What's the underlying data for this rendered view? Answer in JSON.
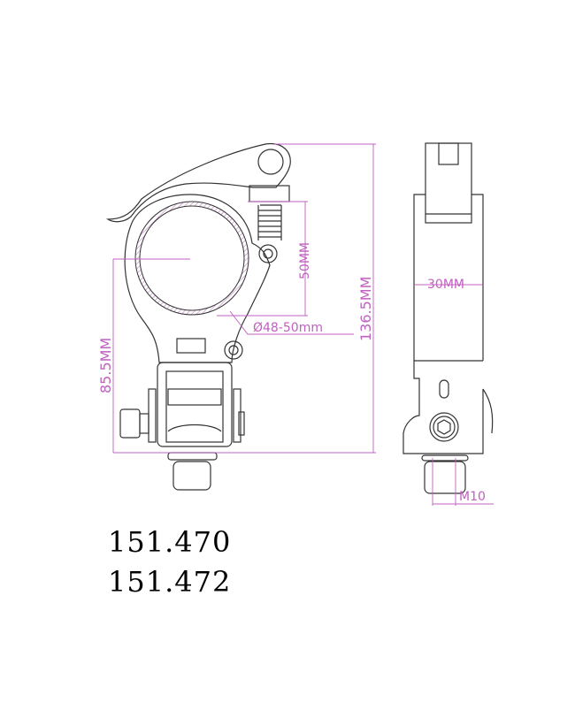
{
  "dimensions": {
    "total_height": "136.5MM",
    "lower_height": "85.5MM",
    "tube_height": "50MM",
    "tube_diameter": "Ø48-50mm",
    "width": "30MM",
    "thread": "M10"
  },
  "models": [
    "151.470",
    "151.472"
  ],
  "colors": {
    "outline": "#333333",
    "dimension": "#c060c0"
  }
}
